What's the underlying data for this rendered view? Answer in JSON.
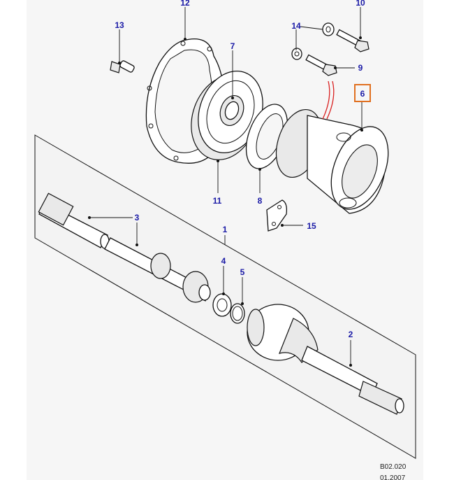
{
  "diagram": {
    "reference_code": "B02.020",
    "date_code": "01.2007",
    "highlight_color": "#e07020",
    "callout_color": "#1a1aa6",
    "callouts": [
      {
        "id": "1",
        "label": "1"
      },
      {
        "id": "2",
        "label": "2"
      },
      {
        "id": "3",
        "label": "3"
      },
      {
        "id": "4",
        "label": "4"
      },
      {
        "id": "5",
        "label": "5"
      },
      {
        "id": "6",
        "label": "6",
        "highlighted": true
      },
      {
        "id": "7",
        "label": "7"
      },
      {
        "id": "8",
        "label": "8"
      },
      {
        "id": "9",
        "label": "9"
      },
      {
        "id": "10",
        "label": "10"
      },
      {
        "id": "11",
        "label": "11"
      },
      {
        "id": "12",
        "label": "12"
      },
      {
        "id": "13",
        "label": "13"
      },
      {
        "id": "14",
        "label": "14"
      },
      {
        "id": "15",
        "label": "15"
      }
    ]
  }
}
